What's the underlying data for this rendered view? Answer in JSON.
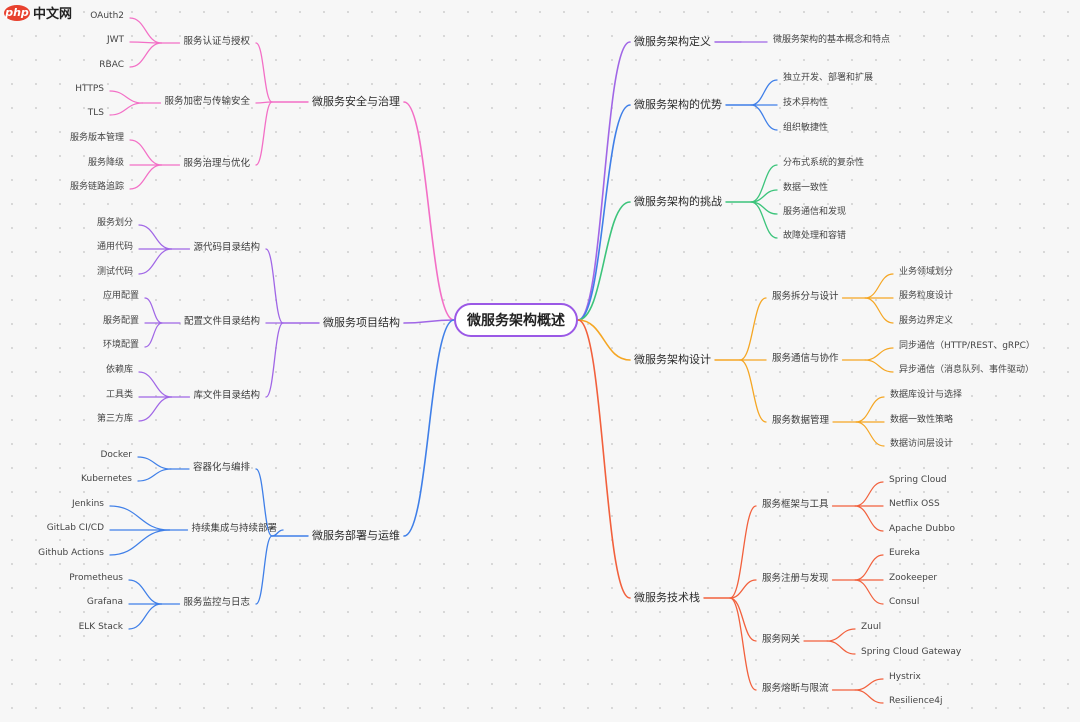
{
  "site": {
    "logo_mark": "php",
    "logo_text": "中文网"
  },
  "center": "微服务架构概述",
  "right": [
    {
      "label": "微服务架构定义",
      "color": "#a066e6",
      "children": [
        {
          "label": "微服务架构的基本概念和特点"
        }
      ]
    },
    {
      "label": "微服务架构的优势",
      "color": "#3f7fe8",
      "children": [
        {
          "label": "独立开发、部署和扩展"
        },
        {
          "label": "技术异构性"
        },
        {
          "label": "组织敏捷性"
        }
      ]
    },
    {
      "label": "微服务架构的挑战",
      "color": "#3cc47b",
      "children": [
        {
          "label": "分布式系统的复杂性"
        },
        {
          "label": "数据一致性"
        },
        {
          "label": "服务通信和发现"
        },
        {
          "label": "故障处理和容错"
        }
      ]
    },
    {
      "label": "微服务架构设计",
      "color": "#f5a623",
      "children": [
        {
          "label": "服务拆分与设计",
          "children": [
            "业务领域划分",
            "服务粒度设计",
            "服务边界定义"
          ]
        },
        {
          "label": "服务通信与协作",
          "children": [
            "同步通信（HTTP/REST、gRPC）",
            "异步通信（消息队列、事件驱动）"
          ]
        },
        {
          "label": "服务数据管理",
          "children": [
            "数据库设计与选择",
            "数据一致性策略",
            "数据访问层设计"
          ]
        }
      ]
    },
    {
      "label": "微服务技术栈",
      "color": "#f2603c",
      "children": [
        {
          "label": "服务框架与工具",
          "children": [
            "Spring Cloud",
            "Netflix OSS",
            "Apache Dubbo"
          ]
        },
        {
          "label": "服务注册与发现",
          "children": [
            "Eureka",
            "Zookeeper",
            "Consul"
          ]
        },
        {
          "label": "服务网关",
          "children": [
            "Zuul",
            "Spring Cloud Gateway"
          ]
        },
        {
          "label": "服务熔断与限流",
          "children": [
            "Hystrix",
            "Resilience4j"
          ]
        }
      ]
    }
  ],
  "left": [
    {
      "label": "微服务安全与治理",
      "color": "#f36fc6",
      "children": [
        {
          "label": "服务认证与授权",
          "children": [
            "OAuth2",
            "JWT",
            "RBAC"
          ]
        },
        {
          "label": "服务加密与传输安全",
          "children": [
            "HTTPS",
            "TLS"
          ]
        },
        {
          "label": "服务治理与优化",
          "children": [
            "服务版本管理",
            "服务降级",
            "服务链路追踪"
          ]
        }
      ]
    },
    {
      "label": "微服务项目结构",
      "color": "#a066e6",
      "children": [
        {
          "label": "源代码目录结构",
          "children": [
            "服务划分",
            "通用代码",
            "测试代码"
          ]
        },
        {
          "label": "配置文件目录结构",
          "children": [
            "应用配置",
            "服务配置",
            "环境配置"
          ]
        },
        {
          "label": "库文件目录结构",
          "children": [
            "依赖库",
            "工具类",
            "第三方库"
          ]
        }
      ]
    },
    {
      "label": "微服务部署与运维",
      "color": "#3f7fe8",
      "children": [
        {
          "label": "容器化与编排",
          "children": [
            "Docker",
            "Kubernetes"
          ]
        },
        {
          "label": "持续集成与持续部署",
          "children": [
            "Jenkins",
            "GitLab CI/CD",
            "Github Actions"
          ]
        },
        {
          "label": "服务监控与日志",
          "children": [
            "Prometheus",
            "Grafana",
            "ELK Stack"
          ]
        }
      ]
    }
  ]
}
